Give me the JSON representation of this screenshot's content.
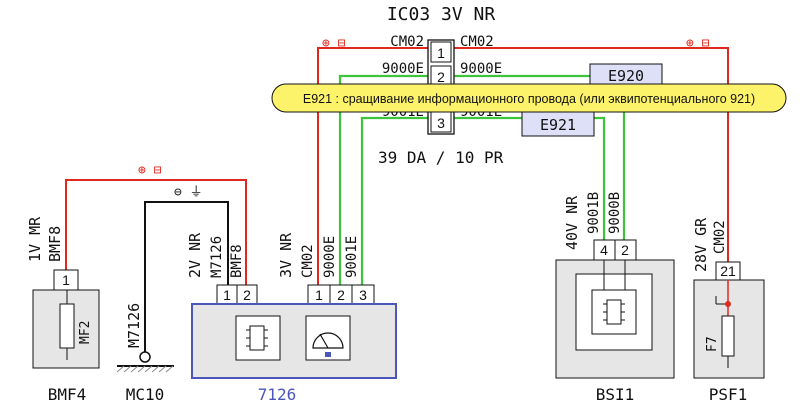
{
  "connector": {
    "title": "IC03 3V NR",
    "pins": [
      "1",
      "2",
      "3"
    ],
    "left_labels": [
      "CM02",
      "9000E",
      "9001E"
    ],
    "right_labels": [
      "CM02",
      "9000E",
      "9001E"
    ]
  },
  "splices": {
    "e920": "E920",
    "e921": "E921"
  },
  "tooltip": "E921 : сращивание информационного провода (или эквипотенциального 921)",
  "harness_note": "39 DA / 10 PR",
  "fuse_symbol": "⊕ ⊟",
  "ground_symbol": "⊖ ⏚",
  "bmf4": {
    "name": "BMF4",
    "connector": "1V MR",
    "wire": "BMF8",
    "pin": "1",
    "inner": "MF2"
  },
  "mc10": {
    "name": "MC10",
    "wire": "M7126"
  },
  "ecu7126": {
    "name": "7126",
    "left_conn": "2V NR",
    "left_wires": [
      "M7126",
      "BMF8"
    ],
    "left_pins": [
      "1",
      "2"
    ],
    "right_conn": "3V NR",
    "right_wires": [
      "CM02",
      "9000E",
      "9001E"
    ],
    "right_pins": [
      "1",
      "2",
      "3"
    ]
  },
  "bsi1": {
    "name": "BSI1",
    "connector": "40V NR",
    "wires": [
      "9001B",
      "9000B"
    ],
    "pins": [
      "4",
      "2"
    ]
  },
  "psf1": {
    "name": "PSF1",
    "connector": "28V GR",
    "wire": "CM02",
    "pin": "21",
    "inner": "F7"
  },
  "colors": {
    "power": "#e0281e",
    "data": "#3ec43a",
    "ground": "#111111",
    "module": "#4a56b8",
    "tooltip_fill": "#fdf36b",
    "splice_fill": "#dde0f6"
  }
}
